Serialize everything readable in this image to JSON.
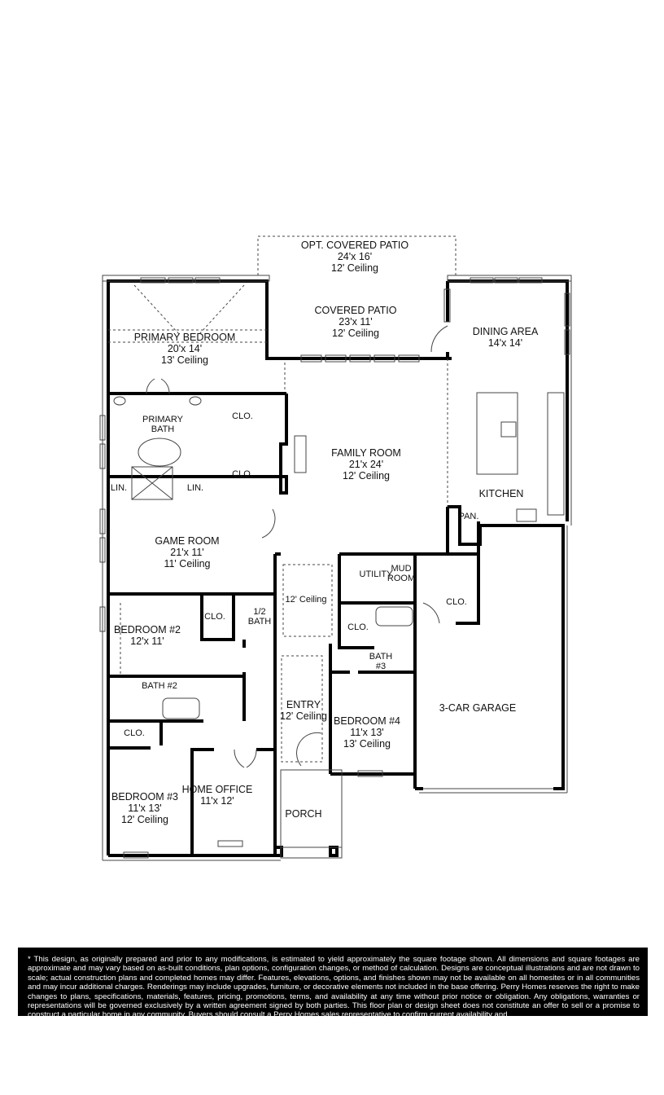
{
  "rooms": [
    {
      "id": "opt-covered-patio",
      "name": "OPT. COVERED PATIO",
      "size": "24'x 16'",
      "ceiling": "12' Ceiling"
    },
    {
      "id": "covered-patio",
      "name": "COVERED PATIO",
      "size": "23'x 11'",
      "ceiling": "12' Ceiling"
    },
    {
      "id": "primary-bedroom",
      "name": "PRIMARY BEDROOM",
      "size": "20'x 14'",
      "ceiling": "13' Ceiling"
    },
    {
      "id": "dining-area",
      "name": "DINING AREA",
      "size": "14'x 14'"
    },
    {
      "id": "family-room",
      "name": "FAMILY ROOM",
      "size": "21'x 24'",
      "ceiling": "12' Ceiling"
    },
    {
      "id": "kitchen",
      "name": "KITCHEN"
    },
    {
      "id": "game-room",
      "name": "GAME ROOM",
      "size": "21'x 11'",
      "ceiling": "11' Ceiling"
    },
    {
      "id": "bedroom-2",
      "name": "BEDROOM #2",
      "size": "12'x 11'"
    },
    {
      "id": "bedroom-3",
      "name": "BEDROOM #3",
      "size": "11'x 13'",
      "ceiling": "12' Ceiling"
    },
    {
      "id": "home-office",
      "name": "HOME OFFICE",
      "size": "11'x 12'"
    },
    {
      "id": "entry",
      "name": "ENTRY",
      "ceiling": "12' Ceiling"
    },
    {
      "id": "bedroom-4",
      "name": "BEDROOM #4",
      "size": "11'x 13'",
      "ceiling": "13' Ceiling"
    },
    {
      "id": "garage",
      "name": "3-CAR GARAGE"
    },
    {
      "id": "porch",
      "name": "PORCH"
    }
  ],
  "small_labels": {
    "primary_bath": "PRIMARY BATH",
    "primary_bath_l1": "PRIMARY",
    "primary_bath_l2": "BATH",
    "clo": "CLO.",
    "lin": "LIN.",
    "pan": "PAN.",
    "half_bath_l1": "1/2",
    "half_bath_l2": "BATH",
    "bath2": "BATH #2",
    "bath3_l1": "BATH",
    "bath3_l2": "#3",
    "utility": "UTILITY",
    "mud_l1": "MUD",
    "mud_l2": "ROOM",
    "hall_ceiling": "12' Ceiling"
  },
  "disclaimer": "* This design, as originally prepared and prior to any modifications, is estimated to yield approximately the square footage shown. All dimensions and square footages are approximate and may vary based on as-built conditions, plan options, configuration changes, or method of calculation. Designs are conceptual illustrations and are not drawn to scale; actual construction plans and completed homes may differ. Features, elevations, options, and finishes shown may not be available on all homesites or in all communities and may incur additional charges. Renderings may include upgrades, furniture, or decorative elements not included in the base offering. Perry Homes reserves the right to make changes to plans, specifications, materials, features, pricing, promotions, terms, and availability at any time without prior notice or obligation. Any obligations, warranties or representations will be governed exclusively by a written agreement signed by both parties. This floor plan or design sheet does not constitute an offer to sell or a promise to construct a particular home in any community. Buyers should consult a Perry Homes sales representative to confirm current availability and",
  "colors": {
    "wall": "#000000",
    "line": "#555555",
    "background": "#ffffff",
    "disclaimer_bg": "#000000",
    "disclaimer_text": "#ffffff"
  }
}
